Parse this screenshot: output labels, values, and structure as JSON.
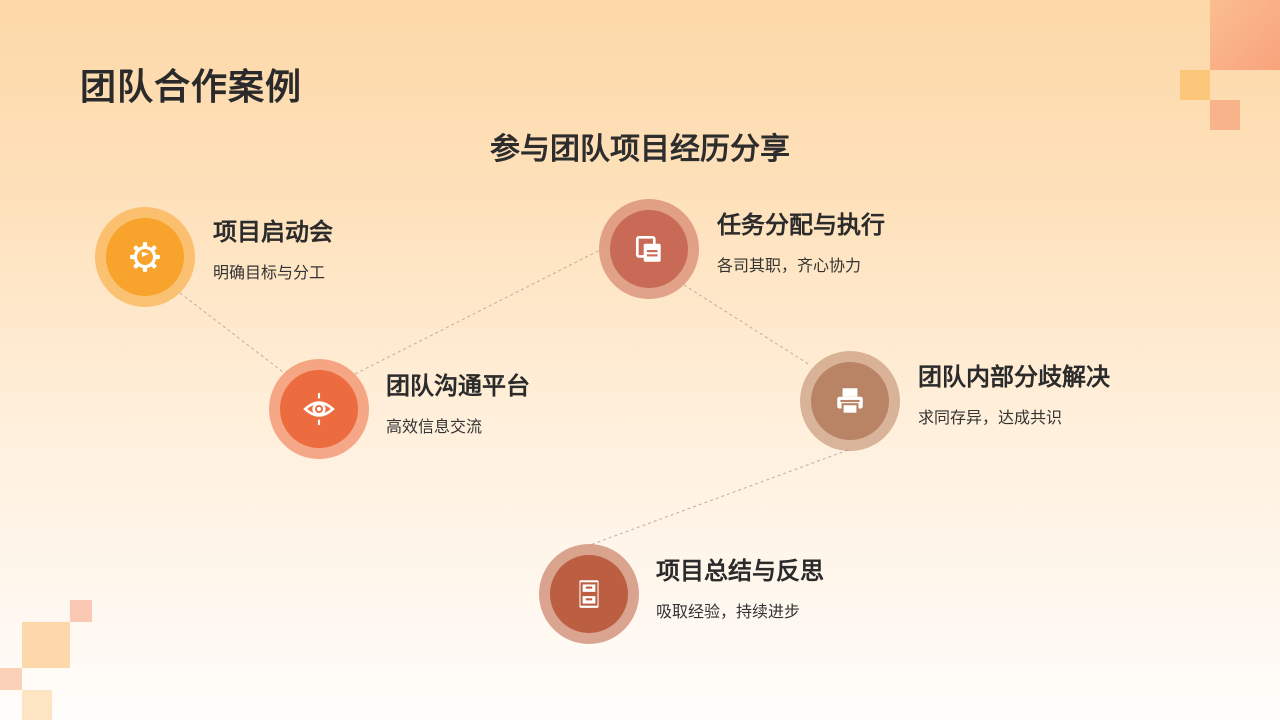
{
  "page": {
    "title": "团队合作案例",
    "subtitle": "参与团队项目经历分享"
  },
  "steps": [
    {
      "title": "项目启动会",
      "desc": "明确目标与分工",
      "icon": "gear-flag-icon",
      "color": "#f7a32c"
    },
    {
      "title": "团队沟通平台",
      "desc": "高效信息交流",
      "icon": "target-eye-icon",
      "color": "#ec6b3f"
    },
    {
      "title": "任务分配与执行",
      "desc": "各司其职，齐心协力",
      "icon": "documents-icon",
      "color": "#c96a56"
    },
    {
      "title": "团队内部分歧解决",
      "desc": "求同存异，达成共识",
      "icon": "printer-icon",
      "color": "#b98465"
    },
    {
      "title": "项目总结与反思",
      "desc": "吸取经验，持续进步",
      "icon": "cabinet-icon",
      "color": "#bb5e41"
    }
  ]
}
